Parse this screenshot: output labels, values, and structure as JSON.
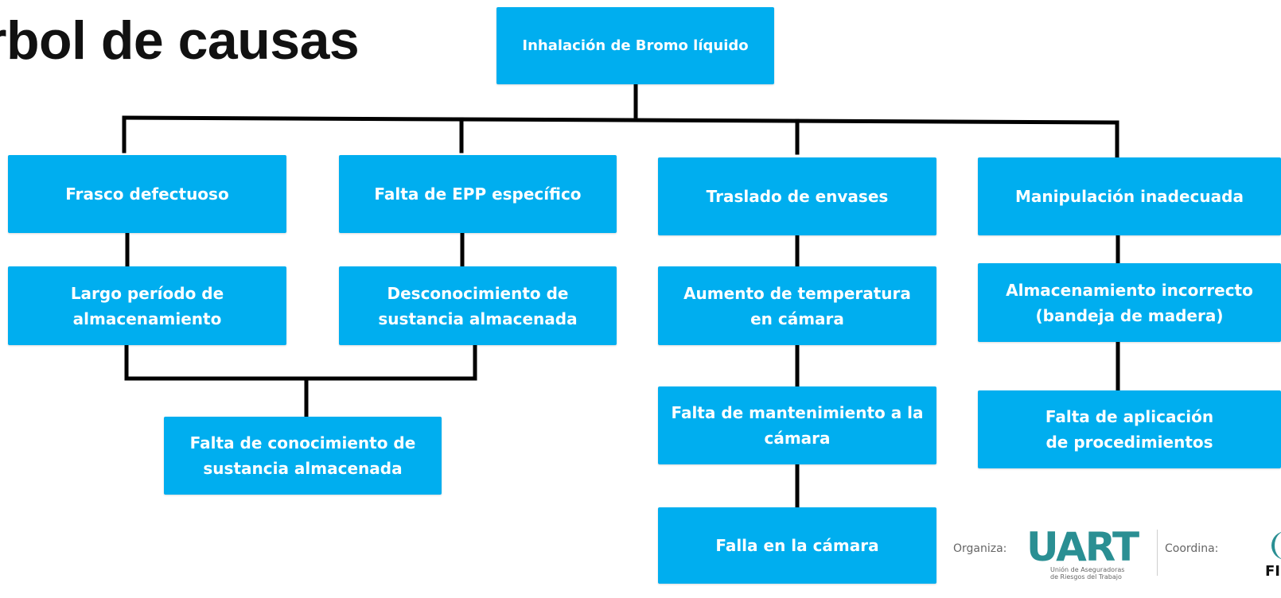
{
  "title": "rbol de causas",
  "nodes": {
    "root": "Inhalación de Bromo líquido",
    "frasco": "Frasco defectuoso",
    "largo": "Largo período de almacenamiento",
    "epp": "Falta de EPP específico",
    "desconocimiento": "Desconocimiento de sustancia almacenada",
    "falta_conocimiento": "Falta de conocimiento de sustancia almacenada",
    "traslado": "Traslado de envases",
    "aumento": "Aumento de temperatura en cámara",
    "mantenimiento": "Falta de mantenimiento a la cámara",
    "falla": "Falla en la cámara",
    "manipulacion": "Manipulación inadecuada",
    "almacenamiento": "Almacenamiento incorrecto (bandeja de madera)",
    "procedimientos": "Falta de aplicación de procedimientos"
  },
  "footer": {
    "organiza_label": "Organiza:",
    "uart_logo": "UART",
    "uart_subtitle": "Unión de Aseguradoras de Riesgos del Trabajo",
    "coordina_label": "Coordina:",
    "coordina_logo": "FI"
  },
  "colors": {
    "node_fill": "#00aeef",
    "node_text": "#ffffff",
    "connector": "#000000",
    "uart_brand": "#2a8f93"
  }
}
